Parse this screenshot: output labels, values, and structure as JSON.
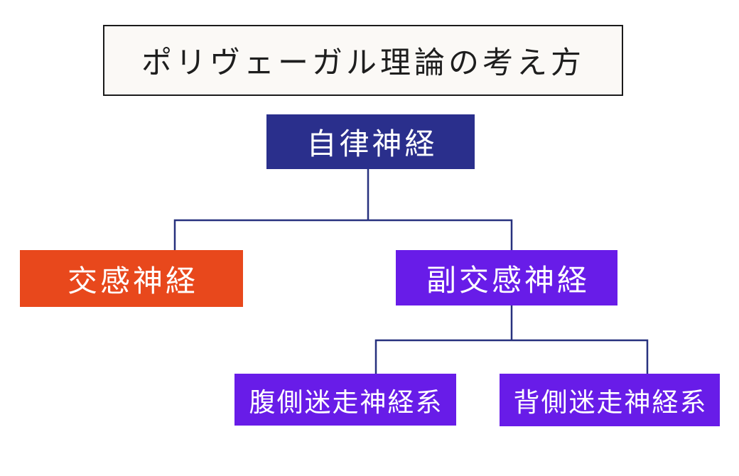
{
  "title": "ポリヴェーガル理論の考え方",
  "tree": {
    "root": {
      "label": "自律神経"
    },
    "children": [
      {
        "id": "sympathetic",
        "label": "交感神経"
      },
      {
        "id": "parasympathetic",
        "label": "副交感神経",
        "children": [
          {
            "id": "ventral",
            "label": "腹側迷走神経系"
          },
          {
            "id": "dorsal",
            "label": "背側迷走神経系"
          }
        ]
      }
    ]
  },
  "colors": {
    "navy": "#2a2f8c",
    "orange": "#e8481c",
    "purple": "#681ce8",
    "line": "#27317e",
    "title-border": "#1b1b1b",
    "title-bg": "#fbf9f6"
  }
}
